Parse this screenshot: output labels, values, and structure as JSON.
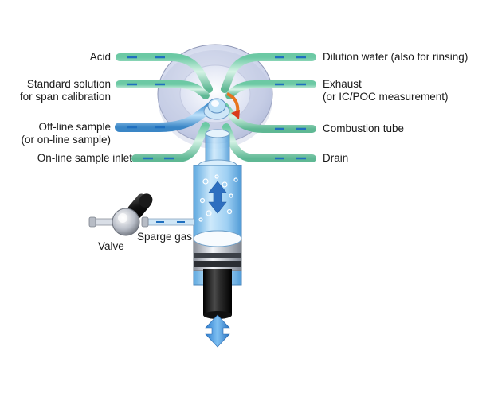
{
  "labels": {
    "left": {
      "acid": "Acid",
      "standard_line1": "Standard solution",
      "standard_line2": "for span calibration",
      "offline_line1": "Off-line sample",
      "offline_line2": "(or on-line sample)",
      "online_inlet": "On-line sample inlet"
    },
    "right": {
      "dilution": "Dilution water (also for rinsing)",
      "exhaust_line1": "Exhaust",
      "exhaust_line2": "(or IC/POC measurement)",
      "combustion": "Combustion tube",
      "drain": "Drain"
    },
    "bottom": {
      "sparge_gas": "Sparge gas",
      "valve": "Valve"
    }
  },
  "colors": {
    "pipe_green": "#8fd6b8",
    "pipe_blue": "#5aa9e0",
    "arrow_blue": "#1f6fbf",
    "housing": "#d4dbee",
    "glass_blue": "#a8d4f2",
    "plunger_black": "#111111",
    "rotation_arrow": "#e8731c"
  }
}
